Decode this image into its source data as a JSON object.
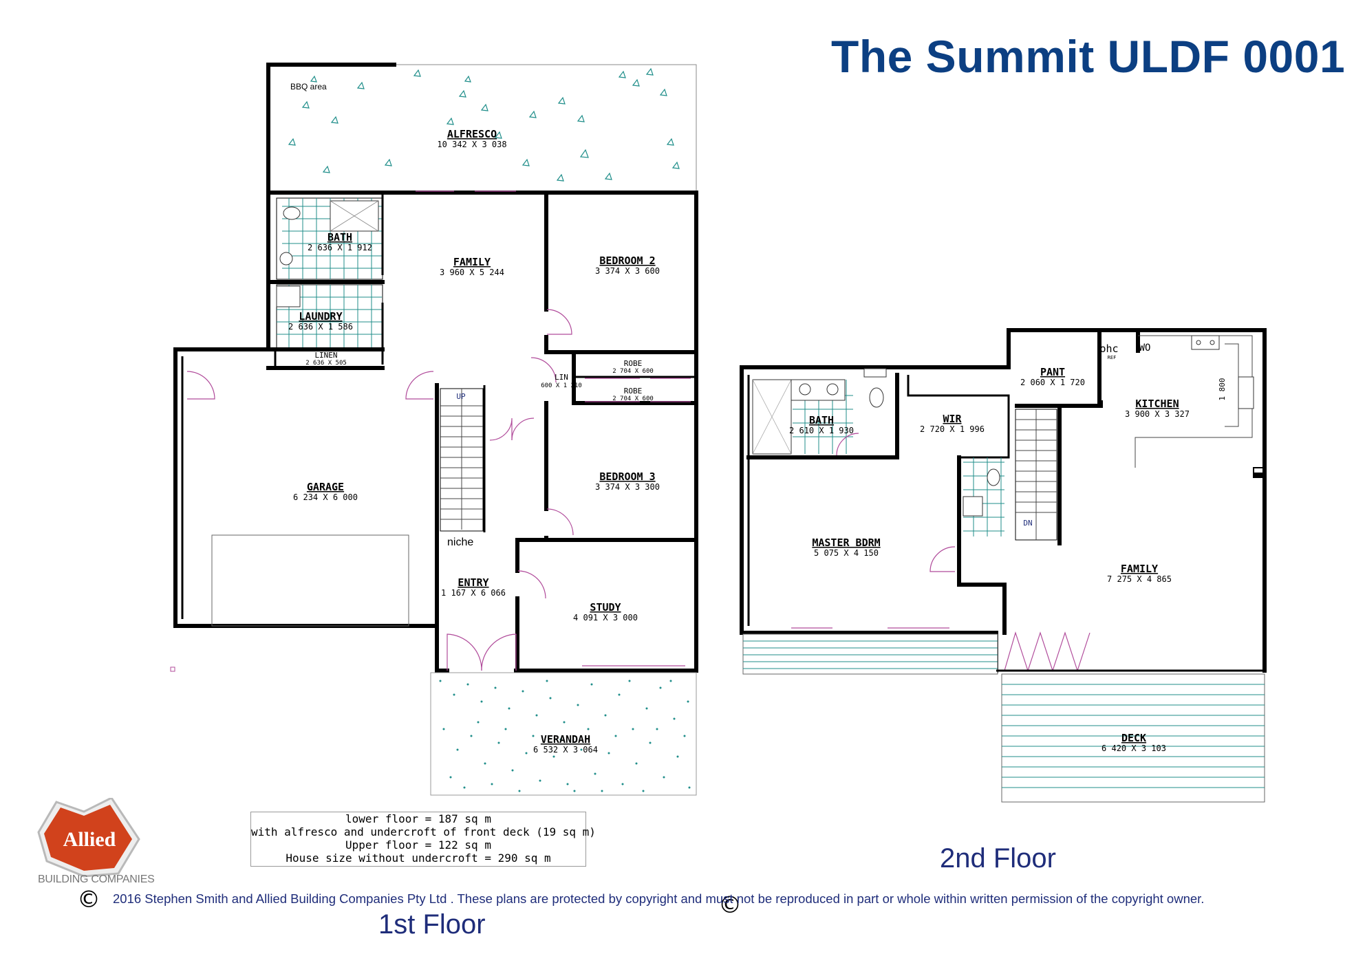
{
  "title": "The Summit ULDF 0001",
  "floor1": {
    "label": "1st Floor",
    "rooms": {
      "alfresco": {
        "name": "ALFRESCO",
        "dims": "10 342 X 3 038"
      },
      "bbq": {
        "name": "BBQ area"
      },
      "bath": {
        "name": "BATH",
        "dims": "2 636 X 1 912"
      },
      "laundry": {
        "name": "LAUNDRY",
        "dims": "2 636 X 1 586"
      },
      "linen": {
        "name": "LINEN",
        "dims": "2 636 X 505"
      },
      "family": {
        "name": "FAMILY",
        "dims": "3 960 X 5 244"
      },
      "bedroom2": {
        "name": "BEDROOM 2",
        "dims": "3 374 X 3 600"
      },
      "robe1": {
        "name": "ROBE",
        "dims": "2 704 X 600"
      },
      "robe2": {
        "name": "ROBE",
        "dims": "2 704 X 600"
      },
      "lin": {
        "name": "LIN",
        "dims": "600 X 1 210"
      },
      "garage": {
        "name": "GARAGE",
        "dims": "6 234 X 6 000"
      },
      "bedroom3": {
        "name": "BEDROOM 3",
        "dims": "3 374 X 3 300"
      },
      "niche": {
        "name": "niche"
      },
      "up": {
        "name": "UP"
      },
      "entry": {
        "name": "ENTRY",
        "dims": "1 167 X 6 066"
      },
      "study": {
        "name": "STUDY",
        "dims": "4 091 X 3 000"
      },
      "verandah": {
        "name": "VERANDAH",
        "dims": "6 532 X 3 064"
      }
    }
  },
  "floor2": {
    "label": "2nd Floor",
    "rooms": {
      "pant": {
        "name": "PANT",
        "dims": "2 060 X 1 720"
      },
      "ohc": {
        "name": "ohc"
      },
      "ref": {
        "name": "REF"
      },
      "wo": {
        "name": "WO"
      },
      "kitchen": {
        "name": "KITCHEN",
        "dims": "3 900 X 3 327"
      },
      "bench": {
        "name": "1 800"
      },
      "bath": {
        "name": "BATH",
        "dims": "2 610 X 1 930"
      },
      "wir": {
        "name": "WIR",
        "dims": "2 720 X 1 996"
      },
      "dn": {
        "name": "DN"
      },
      "master": {
        "name": "MASTER BDRM",
        "dims": "5 075 X 4 150"
      },
      "family": {
        "name": "FAMILY",
        "dims": "7 275 X 4 865"
      },
      "deck": {
        "name": "DECK",
        "dims": "6 420 X 3 103"
      }
    }
  },
  "areas": [
    "lower floor = 187 sq m",
    "with alfresco and undercroft of front deck (19 sq m)",
    "Upper floor = 122 sq m",
    "House size without undercroft = 290 sq m"
  ],
  "copyright": "2016 Stephen Smith and Allied Building Companies Pty Ltd . These plans are protected by copyright and must not be reproduced in part or whole within written permission of the copyright owner.",
  "copyright_symbol": "©",
  "logo": {
    "name": "Allied",
    "subtitle": "BUILDING COMPANIES"
  },
  "colors": {
    "title": "#0c3f82",
    "labels": "#1f2d7a",
    "logo_red": "#d1421c",
    "tile": "#1f8e8a"
  }
}
